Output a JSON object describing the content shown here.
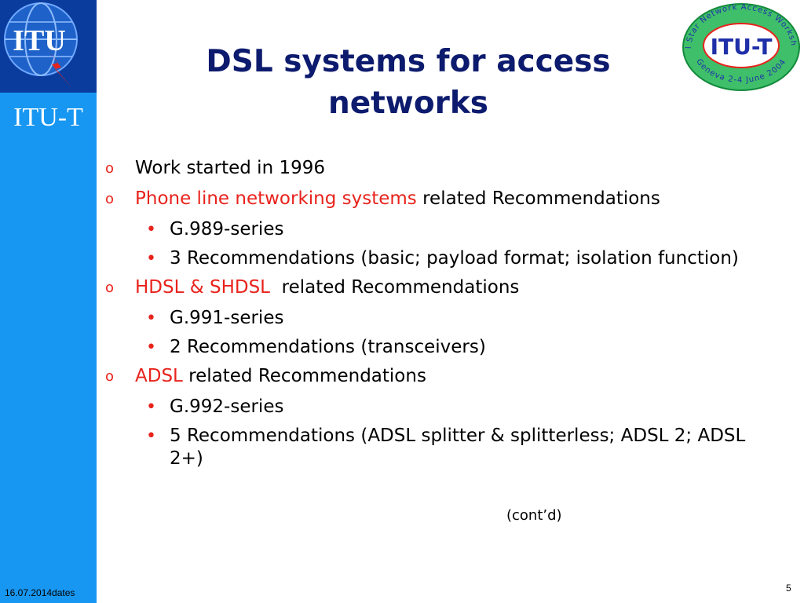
{
  "sidebar": {
    "logo_text": "ITU",
    "brand": "ITU-T",
    "footer_date": "16.07.2014dates"
  },
  "header": {
    "title_line1": "DSL systems for access",
    "title_line2": "networks"
  },
  "workshop_logo": {
    "center": "ITU-T",
    "ring_top": "All Star Network Access Workshop",
    "ring_bottom": "Geneva 2-4 June 2004"
  },
  "content": {
    "item1": "Work started in 1996",
    "item2_red": "Phone line networking systems",
    "item2_rest": " related Recommendations",
    "item2_sub1": "G.989-series",
    "item2_sub2": "3 Recommendations (basic; payload format; isolation function)",
    "item3_red": "HDSL & SHDSL",
    "item3_rest": "  related Recommendations",
    "item3_sub1": "G.991-series",
    "item3_sub2": "2 Recommendations (transceivers)",
    "item4_red": "ADSL",
    "item4_rest": " related Recommendations",
    "item4_sub1": "G.992-series",
    "item4_sub2": "5 Recommendations (ADSL splitter & splitterless; ADSL 2; ADSL 2+)",
    "bullet_l1": "o",
    "bullet_l2": "•"
  },
  "contd": "(cont’d)",
  "page_number": "5",
  "colors": {
    "sidebar": "#1897f2",
    "logo_bg": "#0a3c9e",
    "title": "#0d1b6e",
    "accent_red": "#e8231c"
  }
}
